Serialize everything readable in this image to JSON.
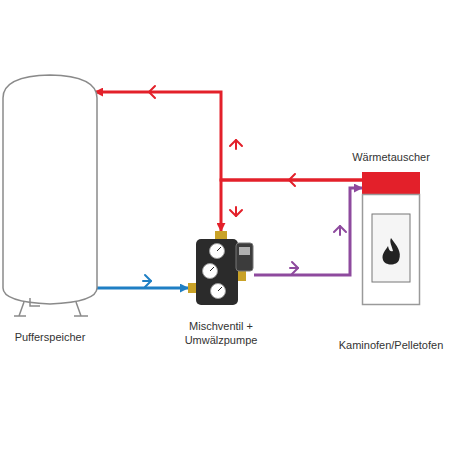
{
  "diagram": {
    "nodes": [
      {
        "text": [
          "Pufferspeicher"
        ]
      },
      {
        "text": [
          "Wärmetauscher"
        ]
      },
      {
        "text": [
          "Mischventil + Umwälzpumpe"
        ]
      },
      {
        "text": [
          "Kaminofen/Pelletofen"
        ]
      }
    ],
    "edges": [
      {
        "from": 1,
        "to": 0,
        "arrow": "to"
      },
      {
        "from": 1,
        "to": 2,
        "arrow": "to"
      },
      {
        "from": 0,
        "to": 2,
        "arrow": "to"
      },
      {
        "from": 2,
        "to": 1,
        "arrow": "to"
      }
    ]
  }
}
